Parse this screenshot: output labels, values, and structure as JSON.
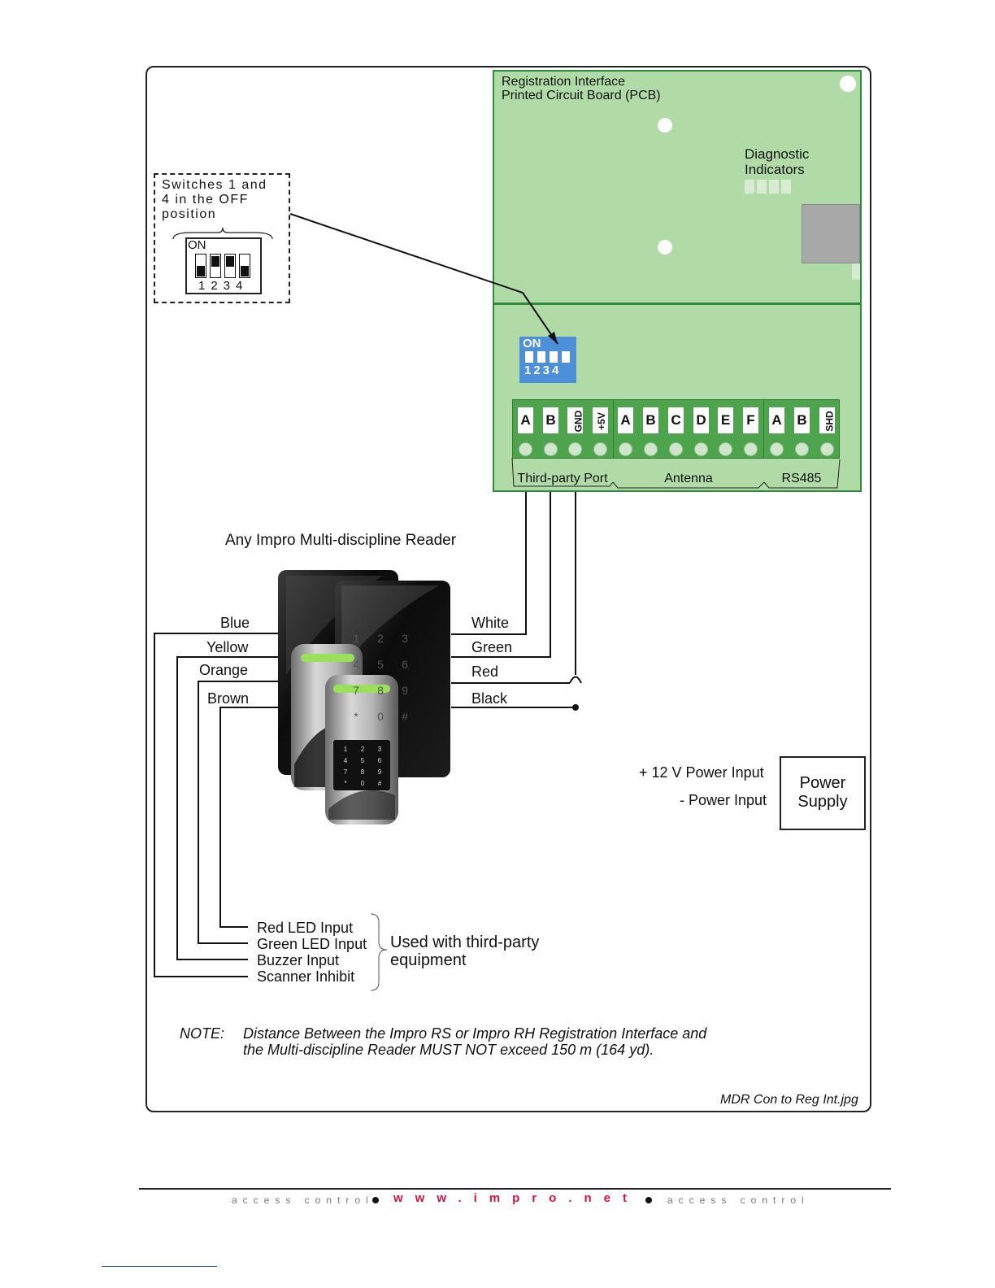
{
  "pcb": {
    "title_line1": "Registration Interface",
    "title_line2": "Printed Circuit Board (PCB)",
    "diagnostic_line1": "Diagnostic",
    "diagnostic_line2": "Indicators",
    "dip_on": "ON",
    "dip_numbers": "1234",
    "terminals": {
      "third_party": [
        "A",
        "B",
        "GND",
        "+5V"
      ],
      "antenna": [
        "A",
        "B",
        "C",
        "D",
        "E",
        "F"
      ],
      "rs485": [
        "A",
        "B",
        "SHD"
      ]
    },
    "groups": {
      "third_party": "Third-party Port",
      "antenna": "Antenna",
      "rs485": "RS485"
    }
  },
  "switch_callout": {
    "line1": "Switches 1 and",
    "line2": "4 in the OFF",
    "line3": "position",
    "on": "ON",
    "numbers": "1234"
  },
  "reader": {
    "title": "Any Impro Multi-discipline Reader"
  },
  "wires": {
    "left": [
      "Blue",
      "Yellow",
      "Orange",
      "Brown"
    ],
    "right": [
      "White",
      "Green",
      "Red",
      "Black"
    ]
  },
  "power": {
    "plus_label": "+ 12 V Power Input",
    "minus_label": "- Power Input",
    "supply_line1": "Power",
    "supply_line2": "Supply"
  },
  "inputs": {
    "items": [
      "Red LED Input",
      "Green LED Input",
      "Buzzer Input",
      "Scanner Inhibit"
    ],
    "note_line1": "Used with third-party",
    "note_line2": "equipment"
  },
  "note": {
    "label": "NOTE:",
    "line1": "Distance Between the Impro RS or Impro RH Registration Interface and",
    "line2": "the Multi-discipline Reader MUST NOT exceed 150 m (164 yd)."
  },
  "filename": "MDR Con to Reg Int.jpg",
  "footer": {
    "left": "access control",
    "url": "www.impro.net",
    "right": "access control"
  },
  "keypad_keys": [
    "1",
    "2",
    "3",
    "4",
    "5",
    "6",
    "7",
    "8",
    "9",
    "*",
    "0",
    "#"
  ]
}
